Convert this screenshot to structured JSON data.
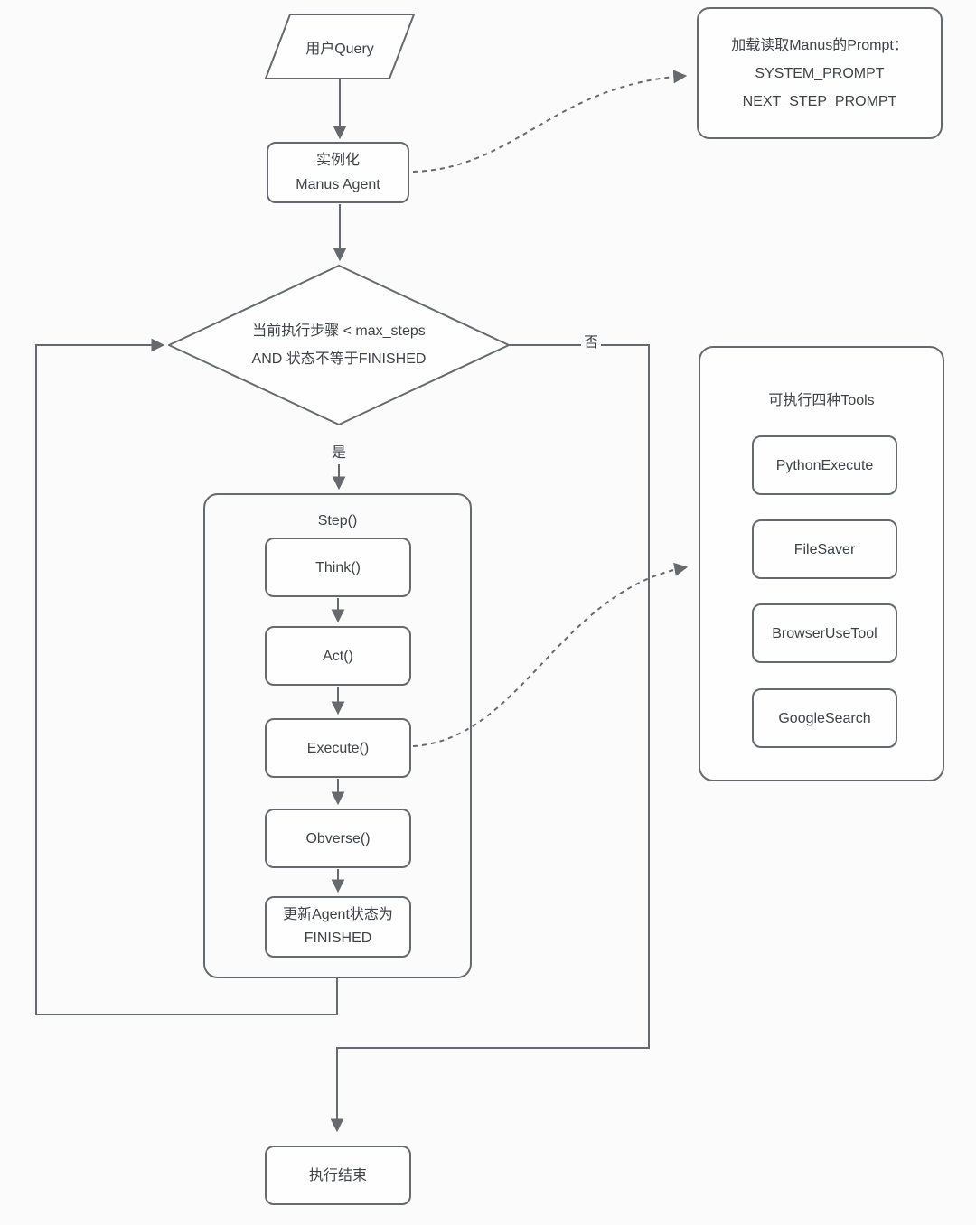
{
  "colors": {
    "line": "#66696d",
    "text": "#3e4246",
    "bg": "#fbfbfc",
    "node_bg": "#fefefe"
  },
  "nodes": {
    "user_query": {
      "label": "用户Query"
    },
    "instantiate": {
      "line1": "实例化",
      "line2": "Manus Agent"
    },
    "load_prompt": {
      "line1": "加载读取Manus的Prompt：",
      "line2": "SYSTEM_PROMPT",
      "line3": "NEXT_STEP_PROMPT"
    },
    "decision": {
      "line1": "当前执行步骤 < max_steps",
      "line2": "AND 状态不等于FINISHED"
    },
    "branch_yes": "是",
    "branch_no": "否",
    "step": {
      "title": "Step()",
      "children": [
        "Think()",
        "Act()",
        "Execute()",
        "Obverse()"
      ],
      "update_state": {
        "line1": "更新Agent状态为",
        "line2": "FINISHED"
      }
    },
    "tools": {
      "title": "可执行四种Tools",
      "items": [
        "PythonExecute",
        "FileSaver",
        "BrowserUseTool",
        "GoogleSearch"
      ]
    },
    "end": {
      "label": "执行结束"
    }
  }
}
